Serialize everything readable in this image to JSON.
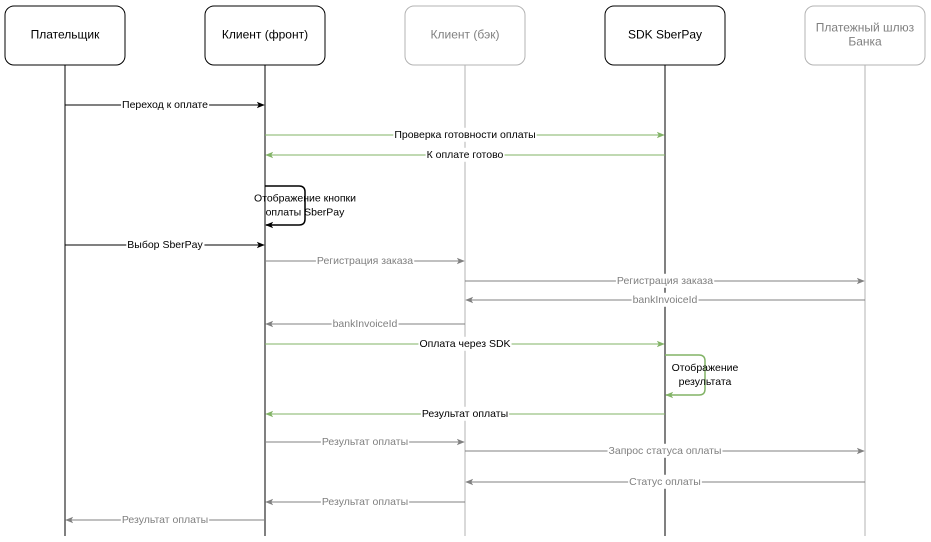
{
  "colors": {
    "black": "#000000",
    "gray": "#808080",
    "green": "#82b366",
    "gray_box": "#b3b3b3",
    "gray_text": "#808080"
  },
  "participants": [
    {
      "id": "payer",
      "lines": [
        "Плательщик"
      ],
      "style": "black"
    },
    {
      "id": "front",
      "lines": [
        "Клиент (фронт)"
      ],
      "style": "black"
    },
    {
      "id": "back",
      "lines": [
        "Клиент (бэк)"
      ],
      "style": "gray"
    },
    {
      "id": "sdk",
      "lines": [
        "SDK SberPay"
      ],
      "style": "black"
    },
    {
      "id": "gateway",
      "lines": [
        "Платежный шлюз",
        "Банка"
      ],
      "style": "gray"
    }
  ],
  "messages": [
    {
      "from": "payer",
      "to": "front",
      "label": "Переход к оплате",
      "color": "black"
    },
    {
      "from": "front",
      "to": "sdk",
      "label": "Проверка готовности оплаты",
      "color": "green"
    },
    {
      "from": "sdk",
      "to": "front",
      "label": "К оплате готово",
      "color": "green"
    },
    {
      "from": "front",
      "to": "front",
      "label": "Отображение кнопки\nоплаты SberPay",
      "color": "black",
      "self": true
    },
    {
      "from": "payer",
      "to": "front",
      "label": "Выбор SberPay",
      "color": "black"
    },
    {
      "from": "front",
      "to": "back",
      "label": "Регистрация заказа",
      "color": "gray"
    },
    {
      "from": "back",
      "to": "gateway",
      "label": "Регистрация заказа",
      "color": "gray"
    },
    {
      "from": "gateway",
      "to": "back",
      "label": "bankInvoiceId",
      "color": "gray"
    },
    {
      "from": "back",
      "to": "front",
      "label": "bankInvoiceId",
      "color": "gray"
    },
    {
      "from": "front",
      "to": "sdk",
      "label": "Оплата через SDK",
      "color": "green"
    },
    {
      "from": "sdk",
      "to": "sdk",
      "label": "Отображение\nрезультата",
      "color": "green",
      "self": true
    },
    {
      "from": "sdk",
      "to": "front",
      "label": "Результат оплаты",
      "color": "green"
    },
    {
      "from": "front",
      "to": "back",
      "label": "Результат оплаты",
      "color": "gray"
    },
    {
      "from": "back",
      "to": "gateway",
      "label": "Запрос статуса оплаты",
      "color": "gray"
    },
    {
      "from": "gateway",
      "to": "back",
      "label": "Статус оплаты",
      "color": "gray"
    },
    {
      "from": "back",
      "to": "front",
      "label": "Результат оплаты",
      "color": "gray"
    },
    {
      "from": "front",
      "to": "payer",
      "label": "Результат оплаты",
      "color": "gray"
    }
  ]
}
